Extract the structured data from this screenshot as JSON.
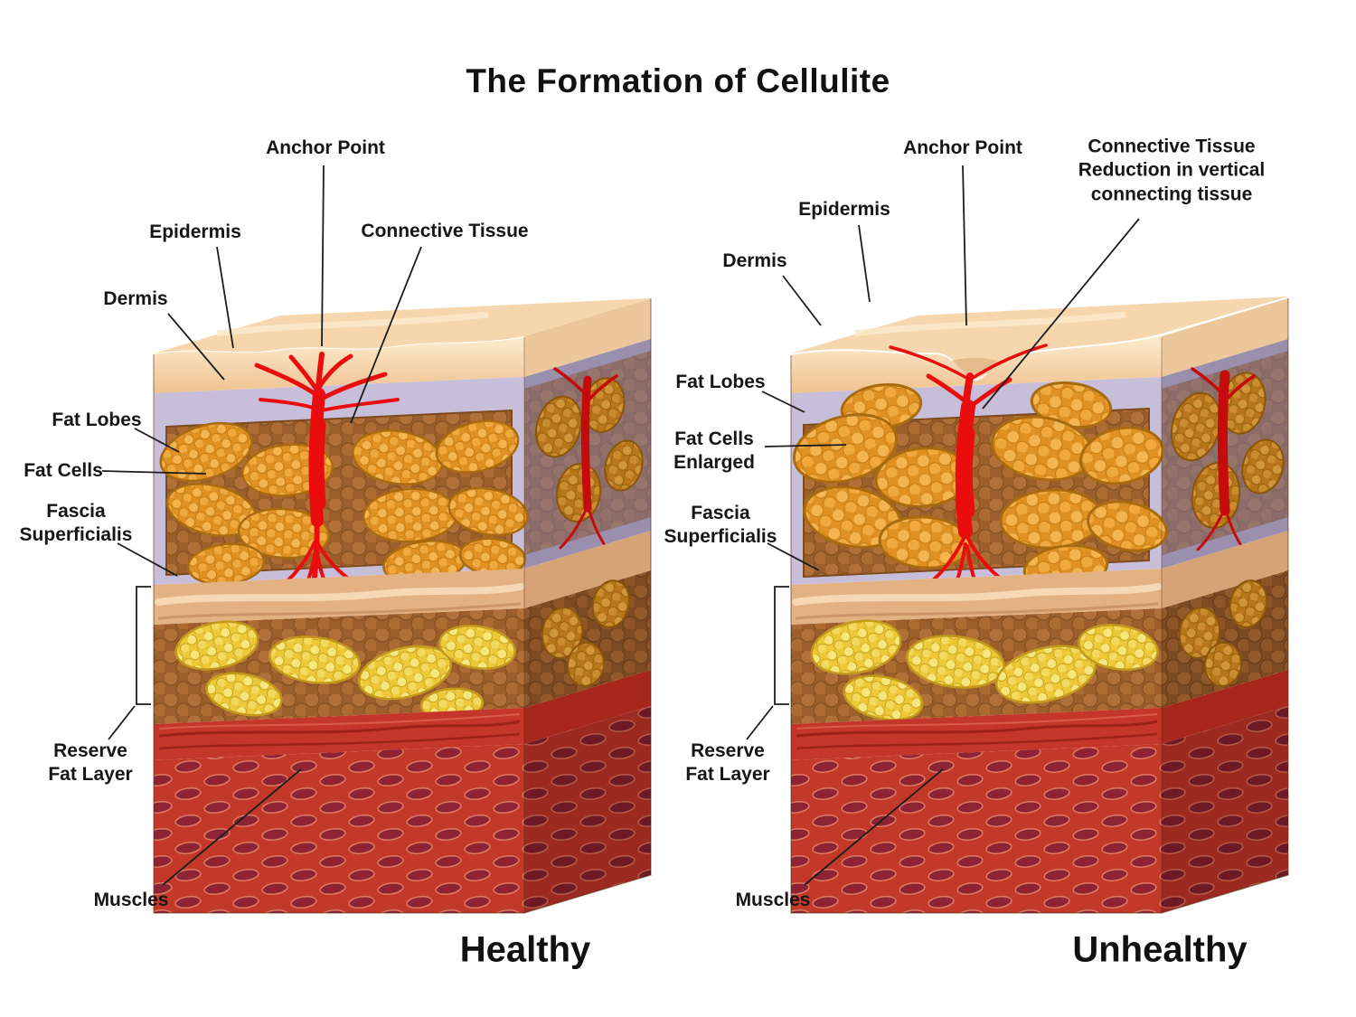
{
  "title": "The Formation of Cellulite",
  "healthy": {
    "caption": "Healthy",
    "labels": {
      "anchor_point": "Anchor Point",
      "epidermis": "Epidermis",
      "dermis": "Dermis",
      "connective_tissue": "Connective Tissue",
      "fat_lobes": "Fat Lobes",
      "fat_cells": "Fat Cells",
      "fascia_superficialis": "Fascia Superficialis",
      "reserve_fat_layer": "Reserve Fat Layer",
      "muscles": "Muscles"
    }
  },
  "unhealthy": {
    "caption": "Unhealthy",
    "labels": {
      "anchor_point": "Anchor Point",
      "connective_tissue_reduction": "Connective Tissue Reduction in vertical connecting tissue",
      "epidermis": "Epidermis",
      "dermis": "Dermis",
      "fat_lobes": "Fat Lobes",
      "fat_cells_enlarged": "Fat Cells Enlarged",
      "fascia_superficialis": "Fascia Superficialis",
      "reserve_fat_layer": "Reserve Fat Layer",
      "muscles": "Muscles"
    }
  }
}
